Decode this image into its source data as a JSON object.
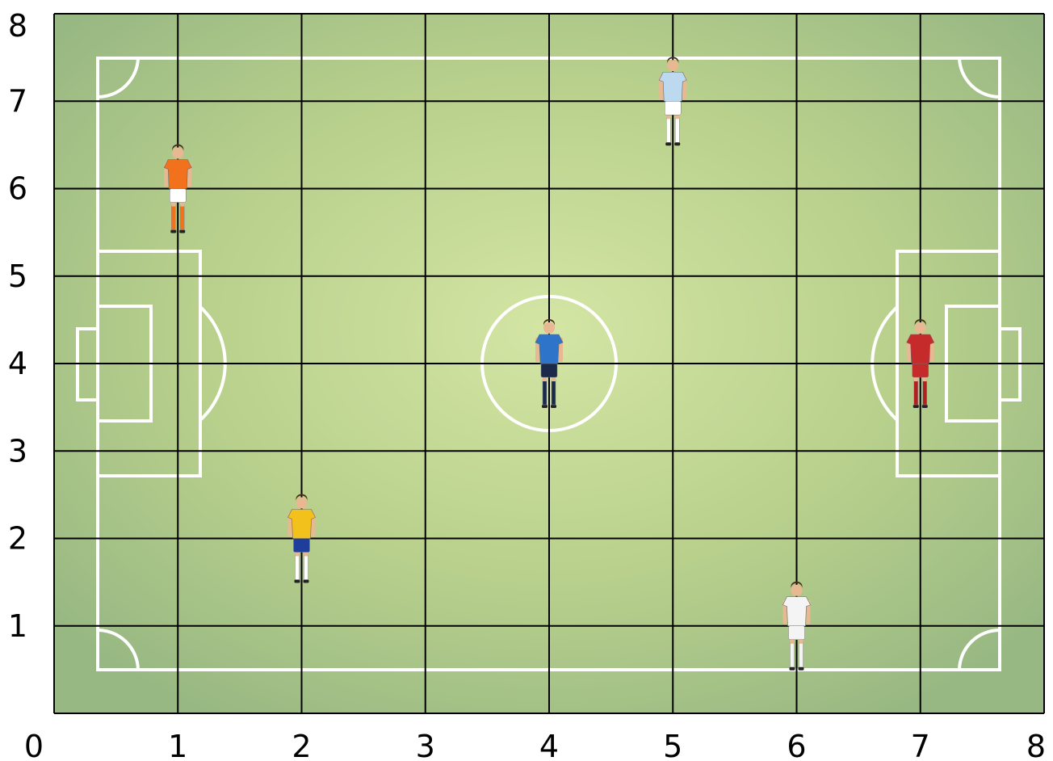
{
  "field": {
    "grass_light": "#d4e5a4",
    "grass_mid": "#b8d08c",
    "grass_dark": "#98b883",
    "line_color": "#ffffff",
    "grid_color": "#000000"
  },
  "axes": {
    "x_ticks": [
      "0",
      "1",
      "2",
      "3",
      "4",
      "5",
      "6",
      "7",
      "8"
    ],
    "y_ticks": [
      "1",
      "2",
      "3",
      "4",
      "5",
      "6",
      "7",
      "8"
    ]
  },
  "players": [
    {
      "name": "player-orange",
      "x": 1,
      "y": 6,
      "shirt": "#f2711c",
      "shorts": "#ffffff",
      "socks": "#f2711c"
    },
    {
      "name": "player-sky-stripes",
      "x": 5,
      "y": 7,
      "shirt": "#bcd9ef",
      "shorts": "#ffffff",
      "socks": "#ffffff"
    },
    {
      "name": "player-blue",
      "x": 4,
      "y": 4,
      "shirt": "#2e74c8",
      "shorts": "#1b2a4a",
      "socks": "#1b2a4a"
    },
    {
      "name": "player-red",
      "x": 7,
      "y": 4,
      "shirt": "#c62b2b",
      "shorts": "#c62b2b",
      "socks": "#b02020"
    },
    {
      "name": "player-yellow",
      "x": 2,
      "y": 2,
      "shirt": "#f3c11b",
      "shorts": "#1f3d9a",
      "socks": "#ffffff"
    },
    {
      "name": "player-white",
      "x": 6,
      "y": 1,
      "shirt": "#f4f4f4",
      "shorts": "#f4f4f4",
      "socks": "#f4f4f4"
    }
  ]
}
